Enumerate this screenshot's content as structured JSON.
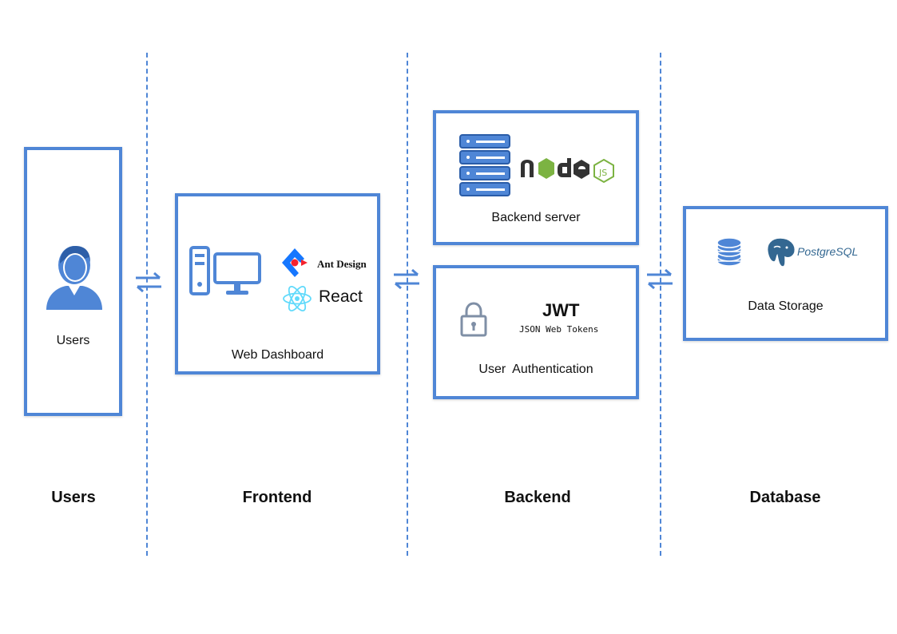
{
  "columns": {
    "users": "Users",
    "frontend": "Frontend",
    "backend": "Backend",
    "database": "Database"
  },
  "boxes": {
    "users": {
      "label": "Users"
    },
    "web_dashboard": {
      "label": "Web Dashboard",
      "logos": {
        "ant_design": "Ant Design",
        "react": "React"
      }
    },
    "backend_server": {
      "label": "Backend server",
      "logos": {
        "node": "node"
      }
    },
    "user_auth": {
      "label": "User  Authentication",
      "jwt_title": "JWT",
      "jwt_subtitle": "JSON Web Tokens"
    },
    "data_storage": {
      "label": "Data Storage",
      "logos": {
        "postgres": "PostgreSQL"
      }
    }
  },
  "icons": {
    "user": "user-avatar-icon",
    "computer": "desktop-computer-icon",
    "server": "server-rack-icon",
    "lock": "padlock-icon",
    "database": "database-stack-icon",
    "exchange": "bidirectional-arrows-icon"
  },
  "colors": {
    "accent": "#4f86d6",
    "node_green": "#7cb342",
    "node_dark": "#333333",
    "react": "#61dafb",
    "ant_blue": "#1677ff",
    "ant_red": "#f5222d",
    "postgres": "#336791"
  }
}
